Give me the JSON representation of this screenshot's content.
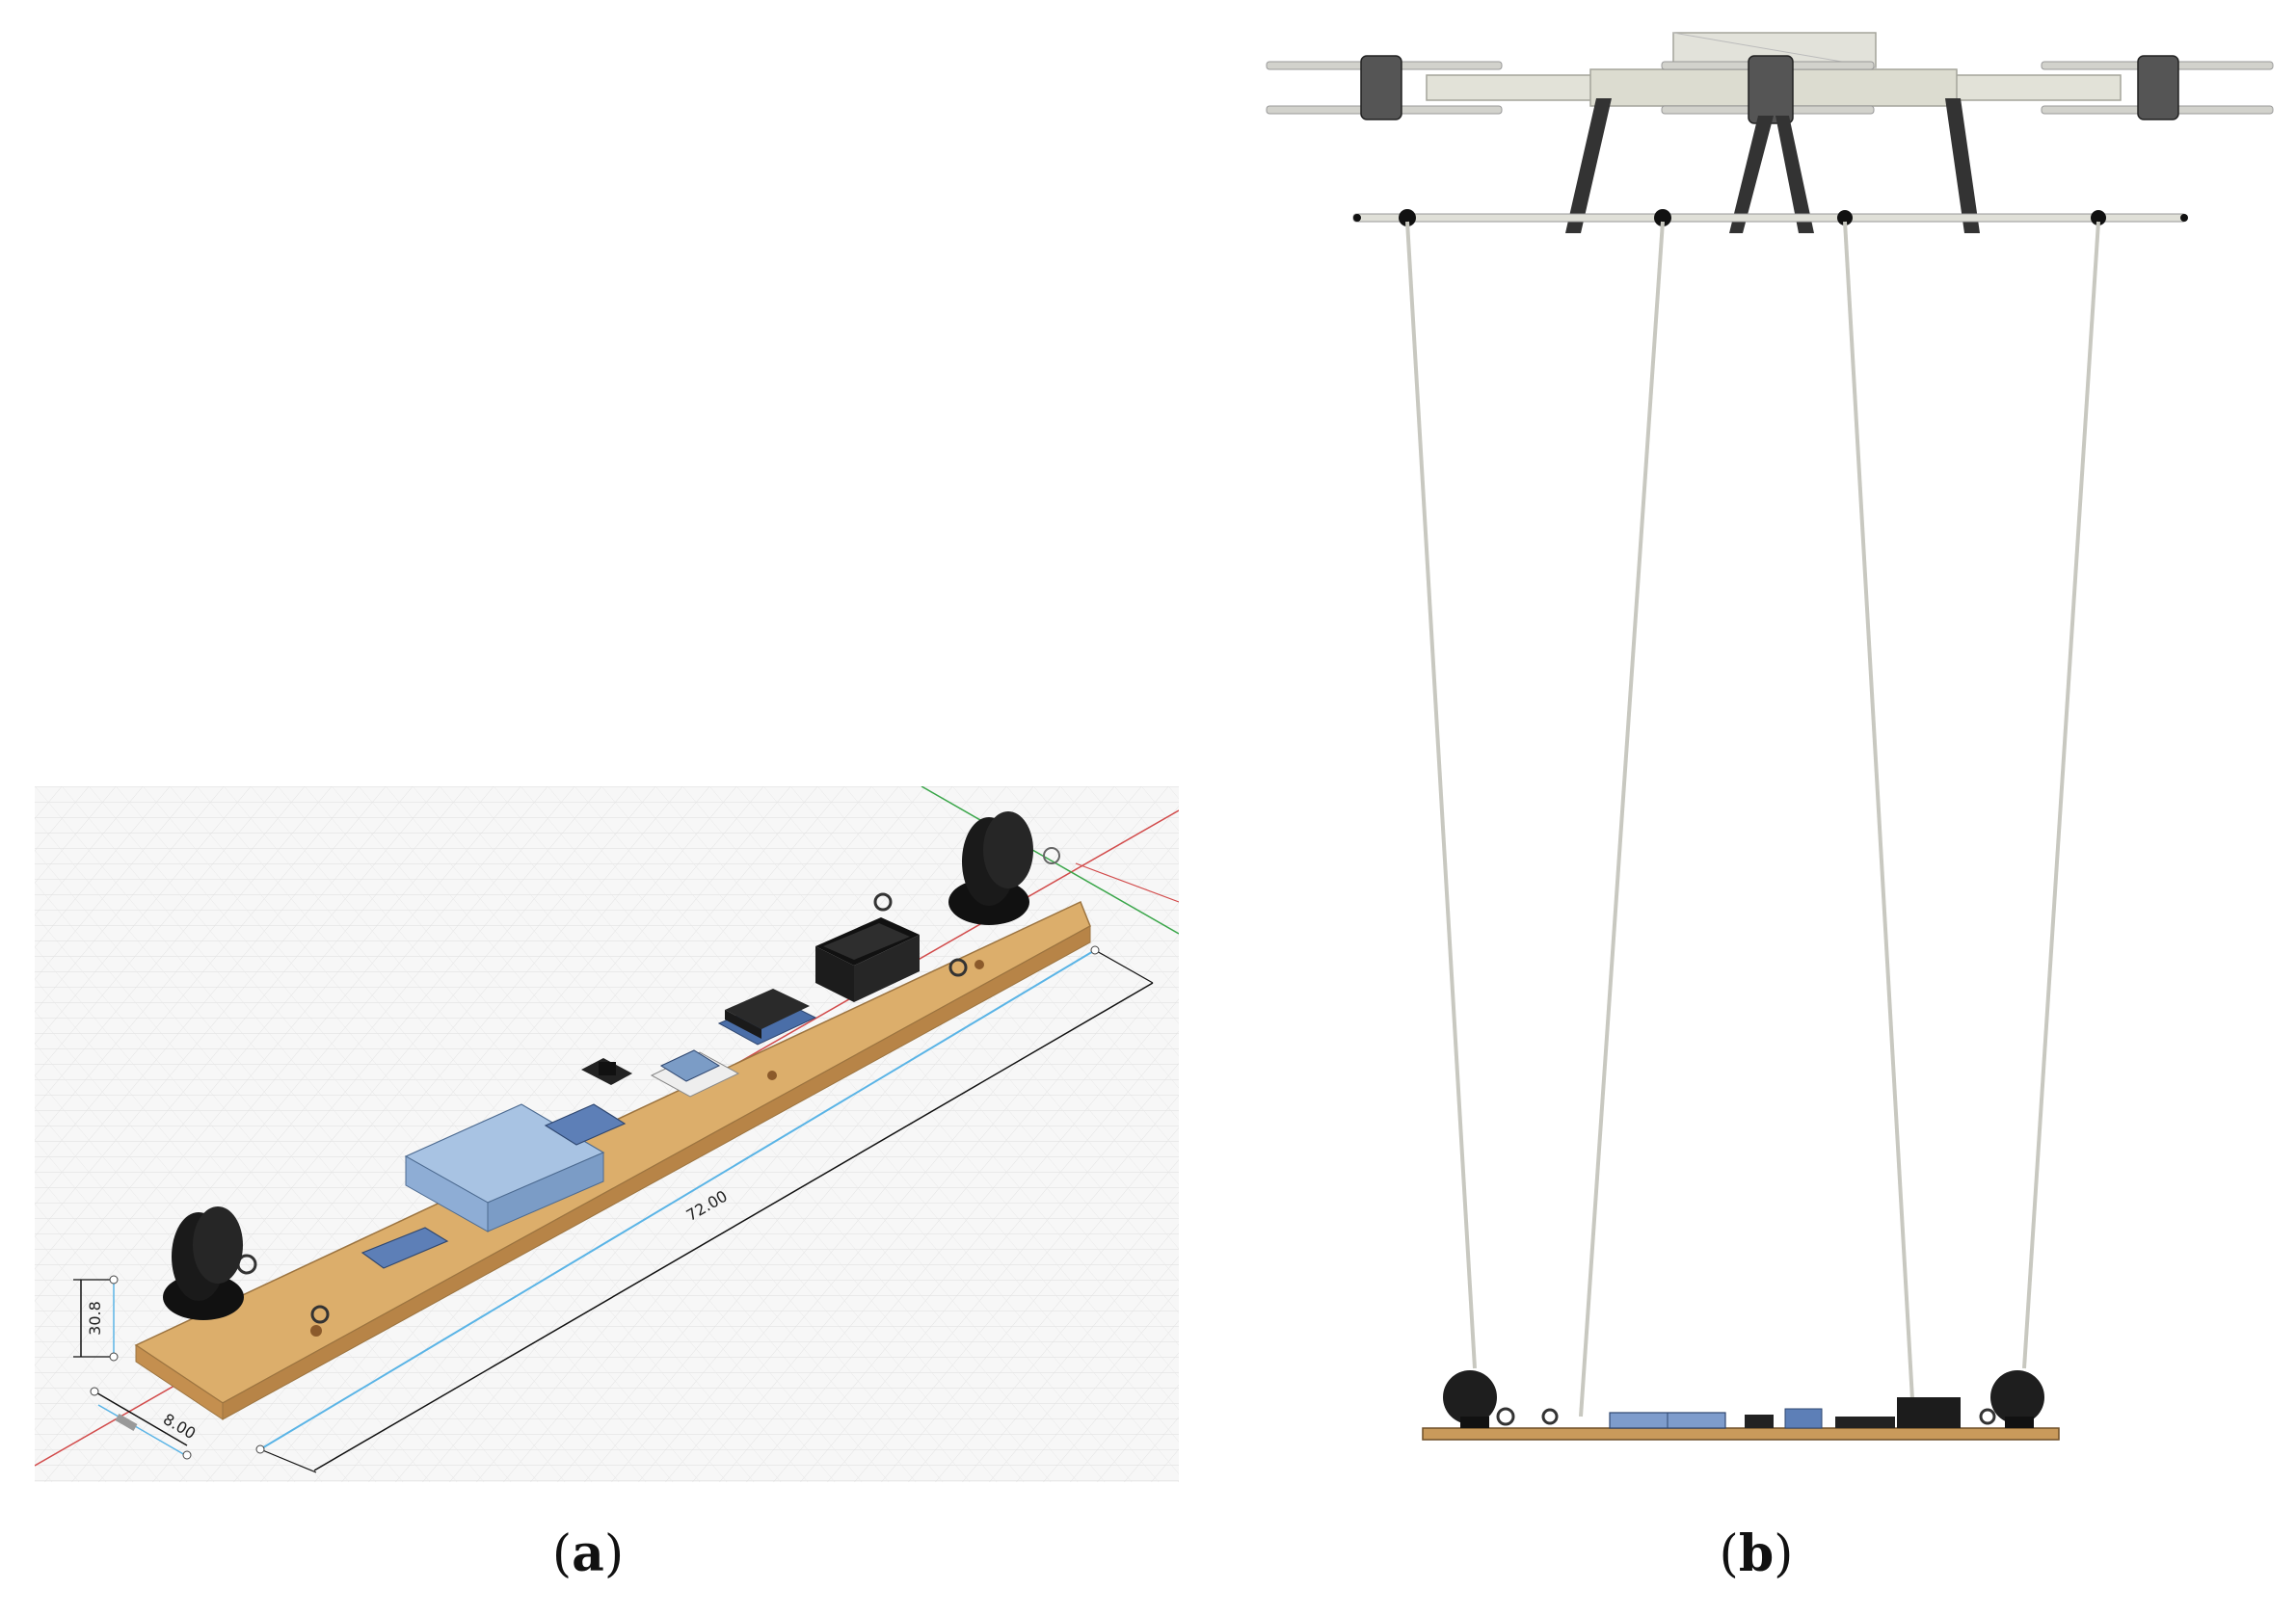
{
  "panel_a": {
    "caption_open": "(",
    "caption_letter": "a",
    "caption_close": ")",
    "dimension_height": "30.8",
    "dimension_width": "8.00",
    "dimension_length": "72.00",
    "colors": {
      "wood": "#d9a864",
      "wood_dark": "#b5844a",
      "board_blue": "#7e9ccc",
      "box_light_blue": "#9fbde0",
      "black_part": "#1e1e1e",
      "grid_line": "#dcdcdc",
      "axis_red": "#d24b4b",
      "axis_green": "#3aa64a",
      "dim_blue": "#5ab4e6"
    }
  },
  "panel_b": {
    "caption_open": "(",
    "caption_letter": "b",
    "caption_close": ")",
    "colors": {
      "frame_light": "#dcdcd2",
      "motor_gray": "#555555",
      "leg_dark": "#333333",
      "rope": "#c8c8c0",
      "wood": "#c99a5b"
    }
  }
}
